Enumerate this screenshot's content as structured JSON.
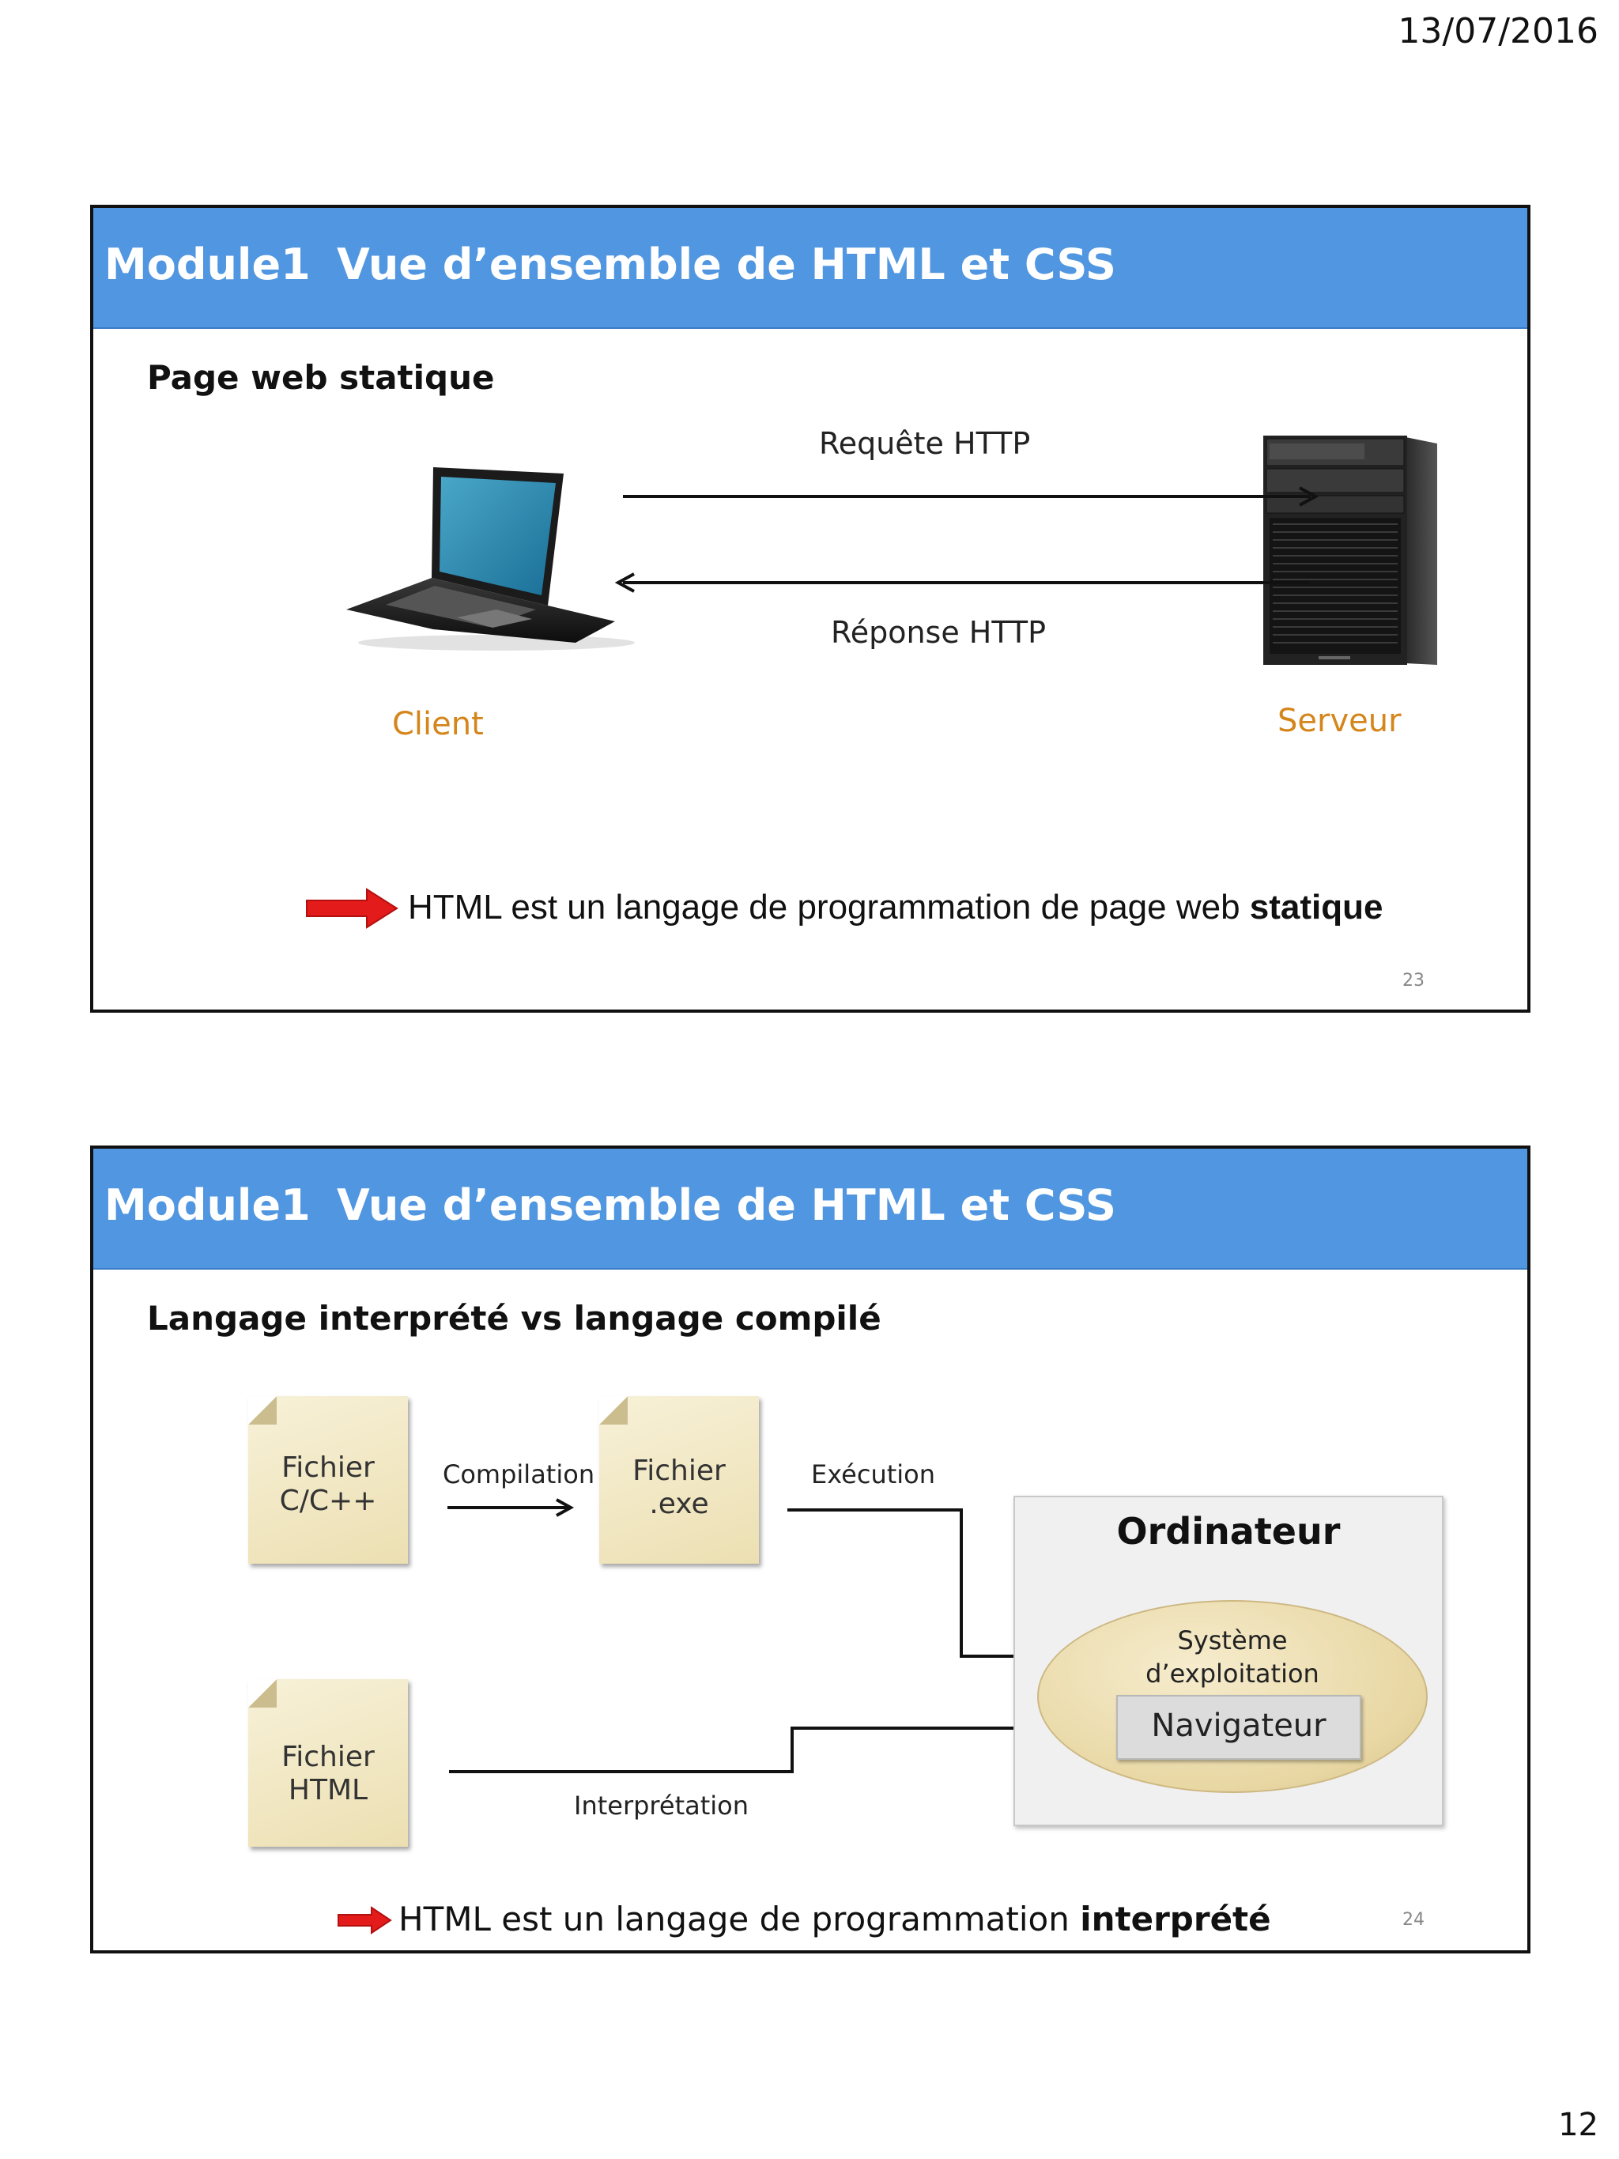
{
  "page": {
    "date": "13/07/2016",
    "number": "12"
  },
  "slide1": {
    "module": "Module1",
    "title": "Vue d’ensemble de HTML et  CSS",
    "subtitle": "Page web statique",
    "request_label": "Requête HTTP",
    "response_label": "Réponse HTTP",
    "client_label": "Client",
    "server_label": "Serveur",
    "conclusion_text": "HTML est un langage de programmation de page web ",
    "conclusion_bold": "statique",
    "slide_number": "23"
  },
  "slide2": {
    "module": "Module1",
    "title": "Vue d’ensemble de HTML et  CSS",
    "subtitle": "Langage interprété vs langage compilé",
    "file_c_line1": "Fichier",
    "file_c_line2": "C/C++",
    "file_exe_line1": "Fichier",
    "file_exe_line2": ".exe",
    "file_html_line1": "Fichier",
    "file_html_line2": "HTML",
    "compilation_label": "Compilation",
    "execution_label": "Exécution",
    "interpretation_label": "Interprétation",
    "computer_label": "Ordinateur",
    "os_line1": "Système",
    "os_line2": "d’exploitation",
    "browser_label": "Navigateur",
    "conclusion_text": "HTML est un langage de programmation ",
    "conclusion_bold": "interprété",
    "slide_number": "24"
  },
  "colors": {
    "header_blue": "#5096e0",
    "label_orange": "#d4861b",
    "arrow_red": "#e31b1b"
  }
}
